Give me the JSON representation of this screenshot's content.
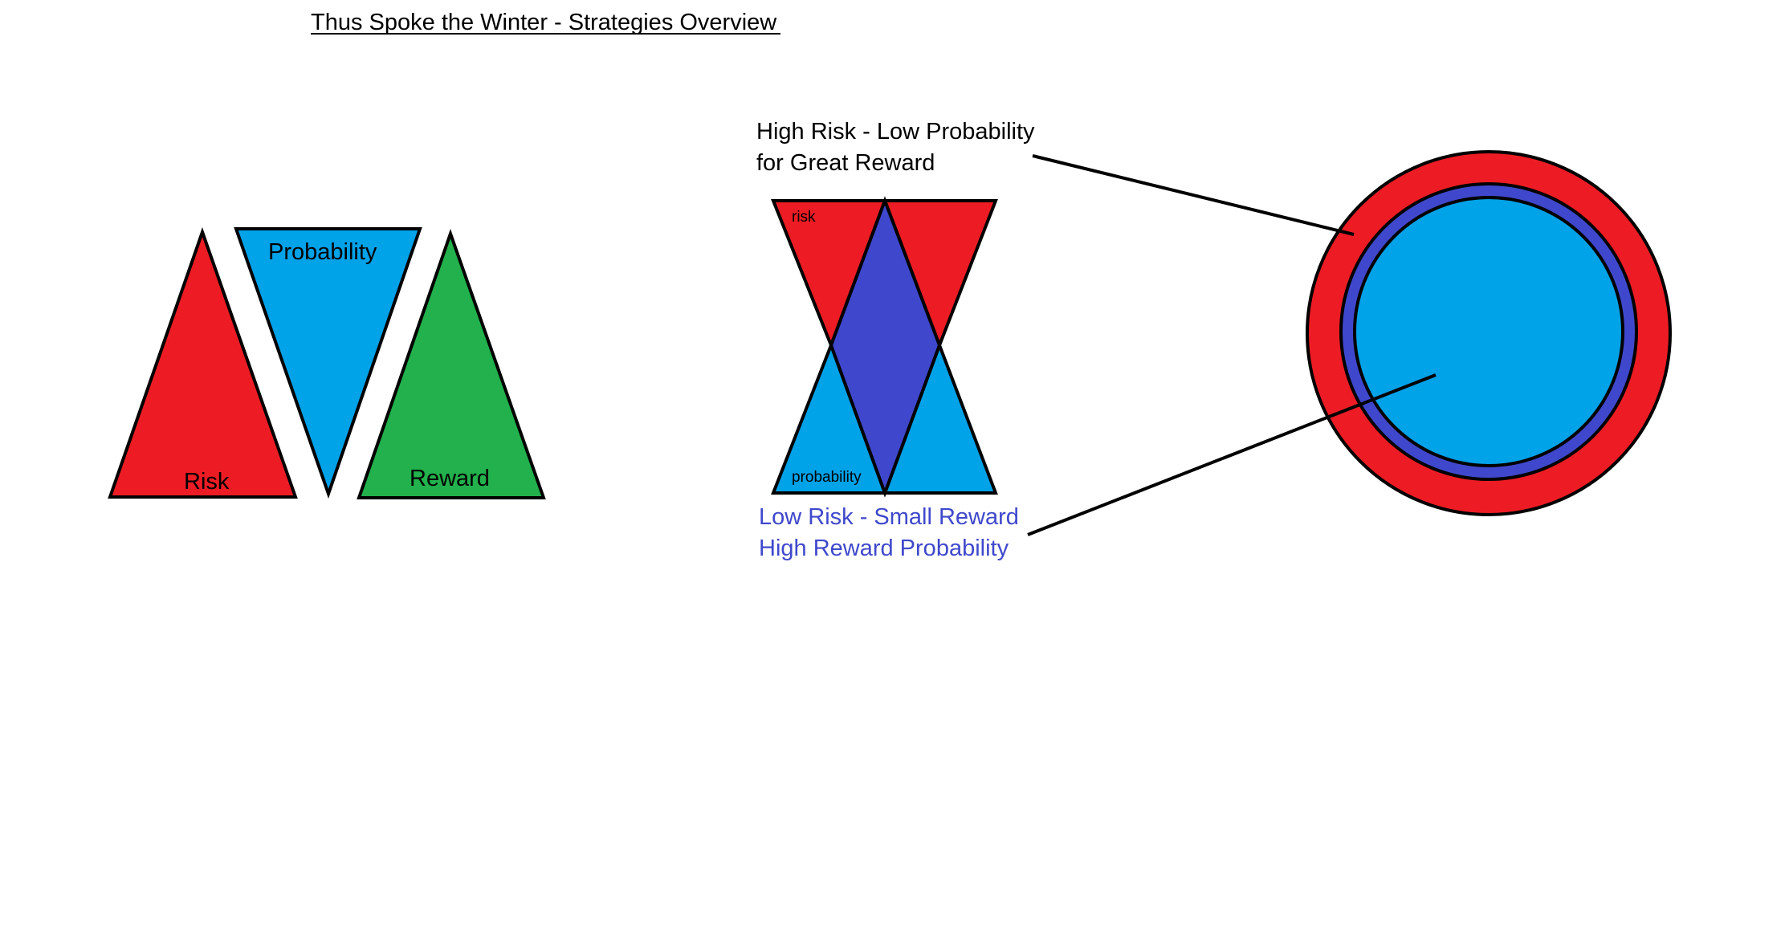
{
  "title": "Thus Spoke the Winter - Strategies Overview",
  "colors": {
    "risk": "#ed1c24",
    "probability": "#00a2e8",
    "reward": "#22b14c",
    "blend": "#3f48cc",
    "outline": "#000000",
    "low_risk_text": "#3f48cc",
    "high_risk_text": "#000000"
  },
  "triangles": {
    "risk_label": "Risk",
    "probability_label": "Probability",
    "reward_label": "Reward"
  },
  "hourglass": {
    "top_label": "risk",
    "bottom_label": "probability"
  },
  "annotations": {
    "high_risk_line1": "High Risk - Low Probability",
    "high_risk_line2": "for Great Reward",
    "low_risk_line1": "Low Risk - Small Reward",
    "low_risk_line2": "High Reward Probability"
  }
}
